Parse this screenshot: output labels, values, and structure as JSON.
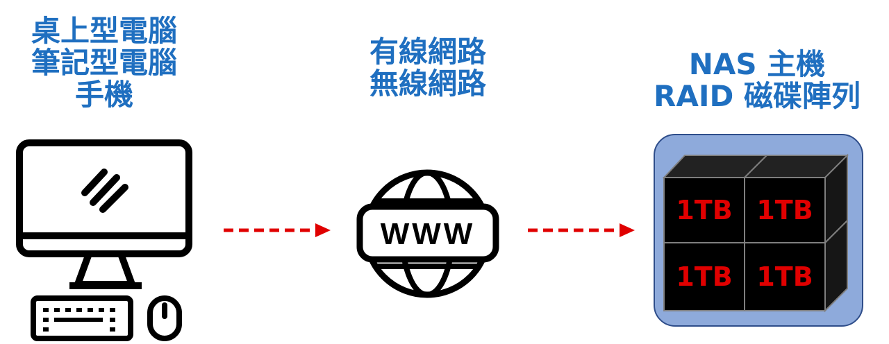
{
  "devices": {
    "lines": [
      "桌上型電腦",
      "筆記型電腦",
      "手機"
    ]
  },
  "network": {
    "lines": [
      "有線網路",
      "無線網路"
    ],
    "globe_text": "WWW"
  },
  "storage": {
    "lines": [
      "NAS 主機",
      "RAID 磁碟陣列"
    ],
    "disks": [
      "1TB",
      "1TB",
      "1TB",
      "1TB"
    ]
  },
  "colors": {
    "label": "#1f6fc0",
    "arrow": "#e00000",
    "disk_text": "#e00000",
    "nas_bg": "#8eaadb",
    "nas_border": "#2e4d8a"
  },
  "icons": [
    "desktop-computer-icon",
    "keyboard-icon",
    "mouse-icon",
    "www-globe-icon",
    "disk-cube-icon"
  ]
}
